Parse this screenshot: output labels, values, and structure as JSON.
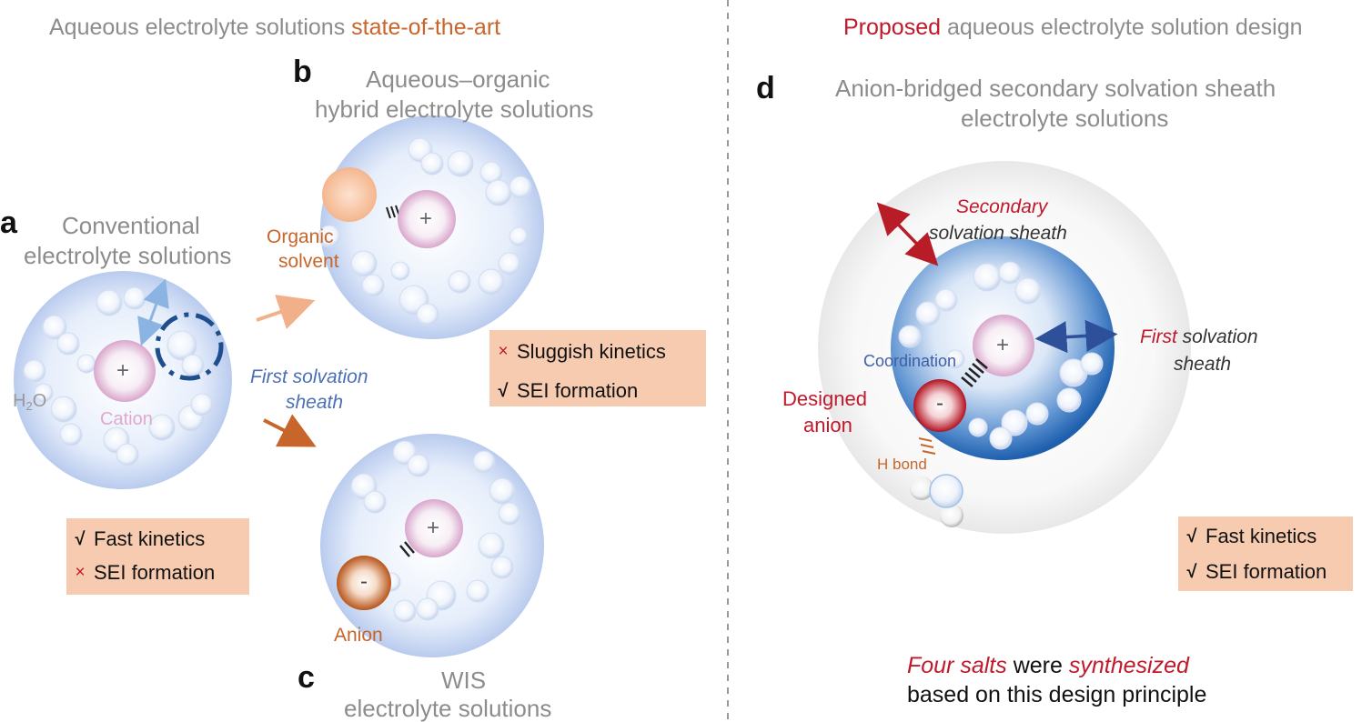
{
  "header": {
    "left_title_prefix": "Aqueous electrolyte solutions ",
    "left_title_highlight": "state-of-the-art",
    "right_title_highlight": "Proposed",
    "right_title_suffix": " aqueous electrolyte solution design"
  },
  "panel_a": {
    "letter": "a",
    "title_line1": "Conventional",
    "title_line2": "electrolyte solutions",
    "water_label": "H",
    "water_sub": "2",
    "water_tail": "O",
    "cation_label": "Cation",
    "cation_sign": "+",
    "box_items": [
      {
        "mark": "√",
        "text": "Fast kinetics"
      },
      {
        "mark": "×",
        "text": "SEI formation"
      }
    ]
  },
  "first_sheath_label_line1": "First solvation",
  "first_sheath_label_line2": "sheath",
  "panel_b": {
    "letter": "b",
    "title_line1": "Aqueous–organic",
    "title_line2": "hybrid electrolyte solutions",
    "solvent_line1": "Organic",
    "solvent_line2": "solvent",
    "cation_sign": "+",
    "box_items": [
      {
        "mark": "×",
        "text": "Sluggish kinetics"
      },
      {
        "mark": "√",
        "text": "SEI formation"
      }
    ]
  },
  "panel_c": {
    "letter": "c",
    "title_line1": "WIS",
    "title_line2": "electrolyte solutions",
    "anion_label": "Anion",
    "anion_sign": "-",
    "cation_sign": "+"
  },
  "panel_d": {
    "letter": "d",
    "title_line1": "Anion-bridged secondary solvation sheath",
    "title_line2": "electrolyte solutions",
    "secondary_line1": "Secondary",
    "secondary_line2": "solvation sheath",
    "first_line1_highlight": "First",
    "first_line1_rest": " solvation",
    "first_line2": "sheath",
    "coordination_label": "Coordination",
    "designed_line1": "Designed",
    "designed_line2": "anion",
    "hbond_label": "H bond",
    "cation_sign": "+",
    "anion_sign": "-",
    "box_items": [
      {
        "mark": "√",
        "text": "Fast kinetics"
      },
      {
        "mark": "√",
        "text": "SEI formation"
      }
    ],
    "footer_red1": "Four salts",
    "footer_mid": " were ",
    "footer_red2": "synthesized",
    "footer_line2": "based on this design principle"
  },
  "colors": {
    "sphere_blue": "#c9d7f2",
    "cation_pink": "#d9a6cc",
    "anion_orange": "#c8652a",
    "designed_anion_red": "#c0192b",
    "box_fill": "#f7cbb0",
    "arrow_red": "#b81c26",
    "arrow_blue": "#2e4f9a"
  }
}
